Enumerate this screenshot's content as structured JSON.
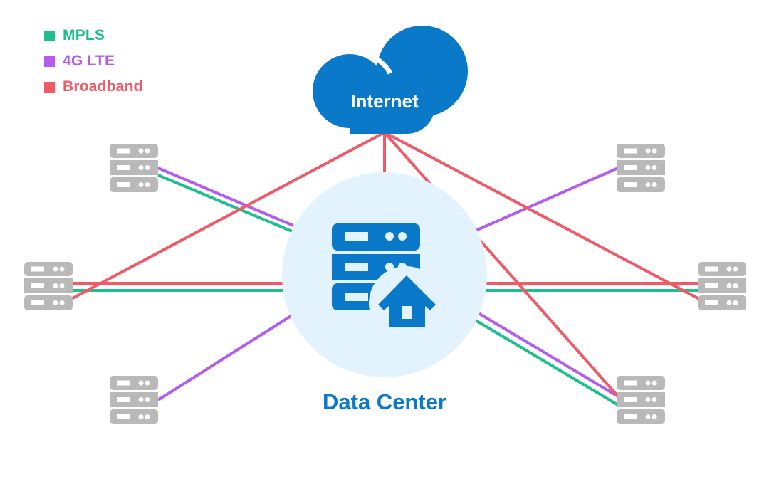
{
  "legend": [
    {
      "label": "MPLS",
      "color": "#1dbf8c"
    },
    {
      "label": "4G LTE",
      "color": "#b45cf0"
    },
    {
      "label": "Broadband",
      "color": "#f05a66"
    }
  ],
  "internet": {
    "label": "Internet",
    "color": "#0a79c9",
    "icon": "cloud-icon"
  },
  "data_center": {
    "label": "Data Center",
    "color": "#0a79c9",
    "circle_color": "#e3f3fd",
    "icon": "server-home-icon"
  },
  "branch_color": "#b9b9b9",
  "branches": [
    {
      "id": "top-left",
      "icon": "server-icon",
      "links": [
        "4G LTE",
        "MPLS"
      ]
    },
    {
      "id": "middle-left",
      "icon": "server-icon",
      "links": [
        "Broadband",
        "MPLS",
        "Broadband (Internet)"
      ]
    },
    {
      "id": "bottom-left",
      "icon": "server-icon",
      "links": [
        "4G LTE"
      ]
    },
    {
      "id": "top-right",
      "icon": "server-icon",
      "links": [
        "4G LTE"
      ]
    },
    {
      "id": "middle-right",
      "icon": "server-icon",
      "links": [
        "Broadband",
        "MPLS",
        "Broadband (Internet)"
      ]
    },
    {
      "id": "bottom-right",
      "icon": "server-icon",
      "links": [
        "4G LTE",
        "MPLS",
        "Broadband (Internet)"
      ]
    }
  ]
}
